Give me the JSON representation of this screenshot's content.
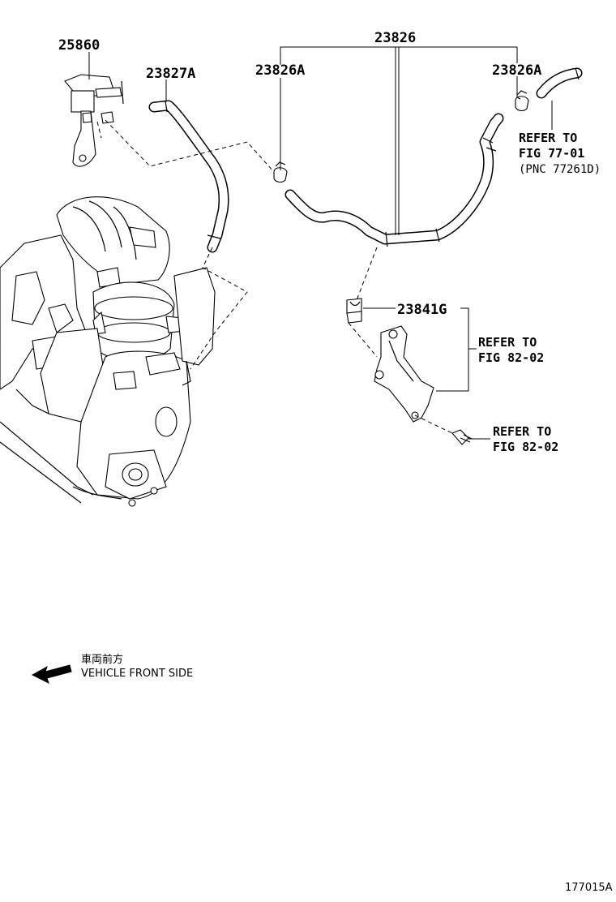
{
  "parts": {
    "vsv": "25860",
    "hose_small": "23827A",
    "hose_assembly": "23826",
    "clamp_left": "23826A",
    "clamp_right": "23826A",
    "clip": "23841G"
  },
  "refs": {
    "fig77": {
      "line1": "REFER TO",
      "line2": "FIG 77-01",
      "line3": "(PNC 77261D)"
    },
    "bracket": {
      "line1": "REFER TO",
      "line2": "FIG 82-02"
    },
    "bolt": {
      "line1": "REFER TO",
      "line2": "FIG 82-02"
    }
  },
  "legend": {
    "japanese": "車両前方",
    "english": "VEHICLE FRONT SIDE",
    "arrow_icon": "left-arrow-icon"
  },
  "figure_number": "177015A"
}
